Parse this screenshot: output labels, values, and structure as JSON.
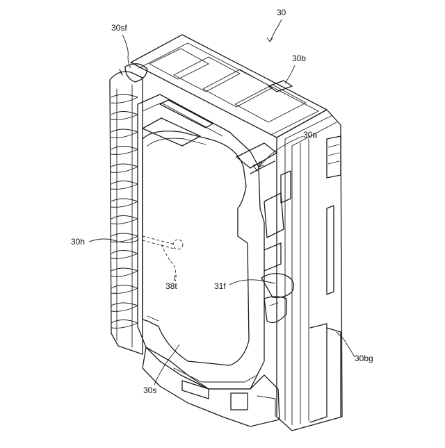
{
  "figure": {
    "reference_labels": {
      "main": "30",
      "sf": "30sf",
      "b": "30b",
      "a": "30a",
      "h": "30h",
      "t": "38t",
      "f": "31f",
      "s": "30s",
      "bg": "30bg"
    },
    "line_color": "#1a1a1a",
    "background": "#ffffff"
  }
}
